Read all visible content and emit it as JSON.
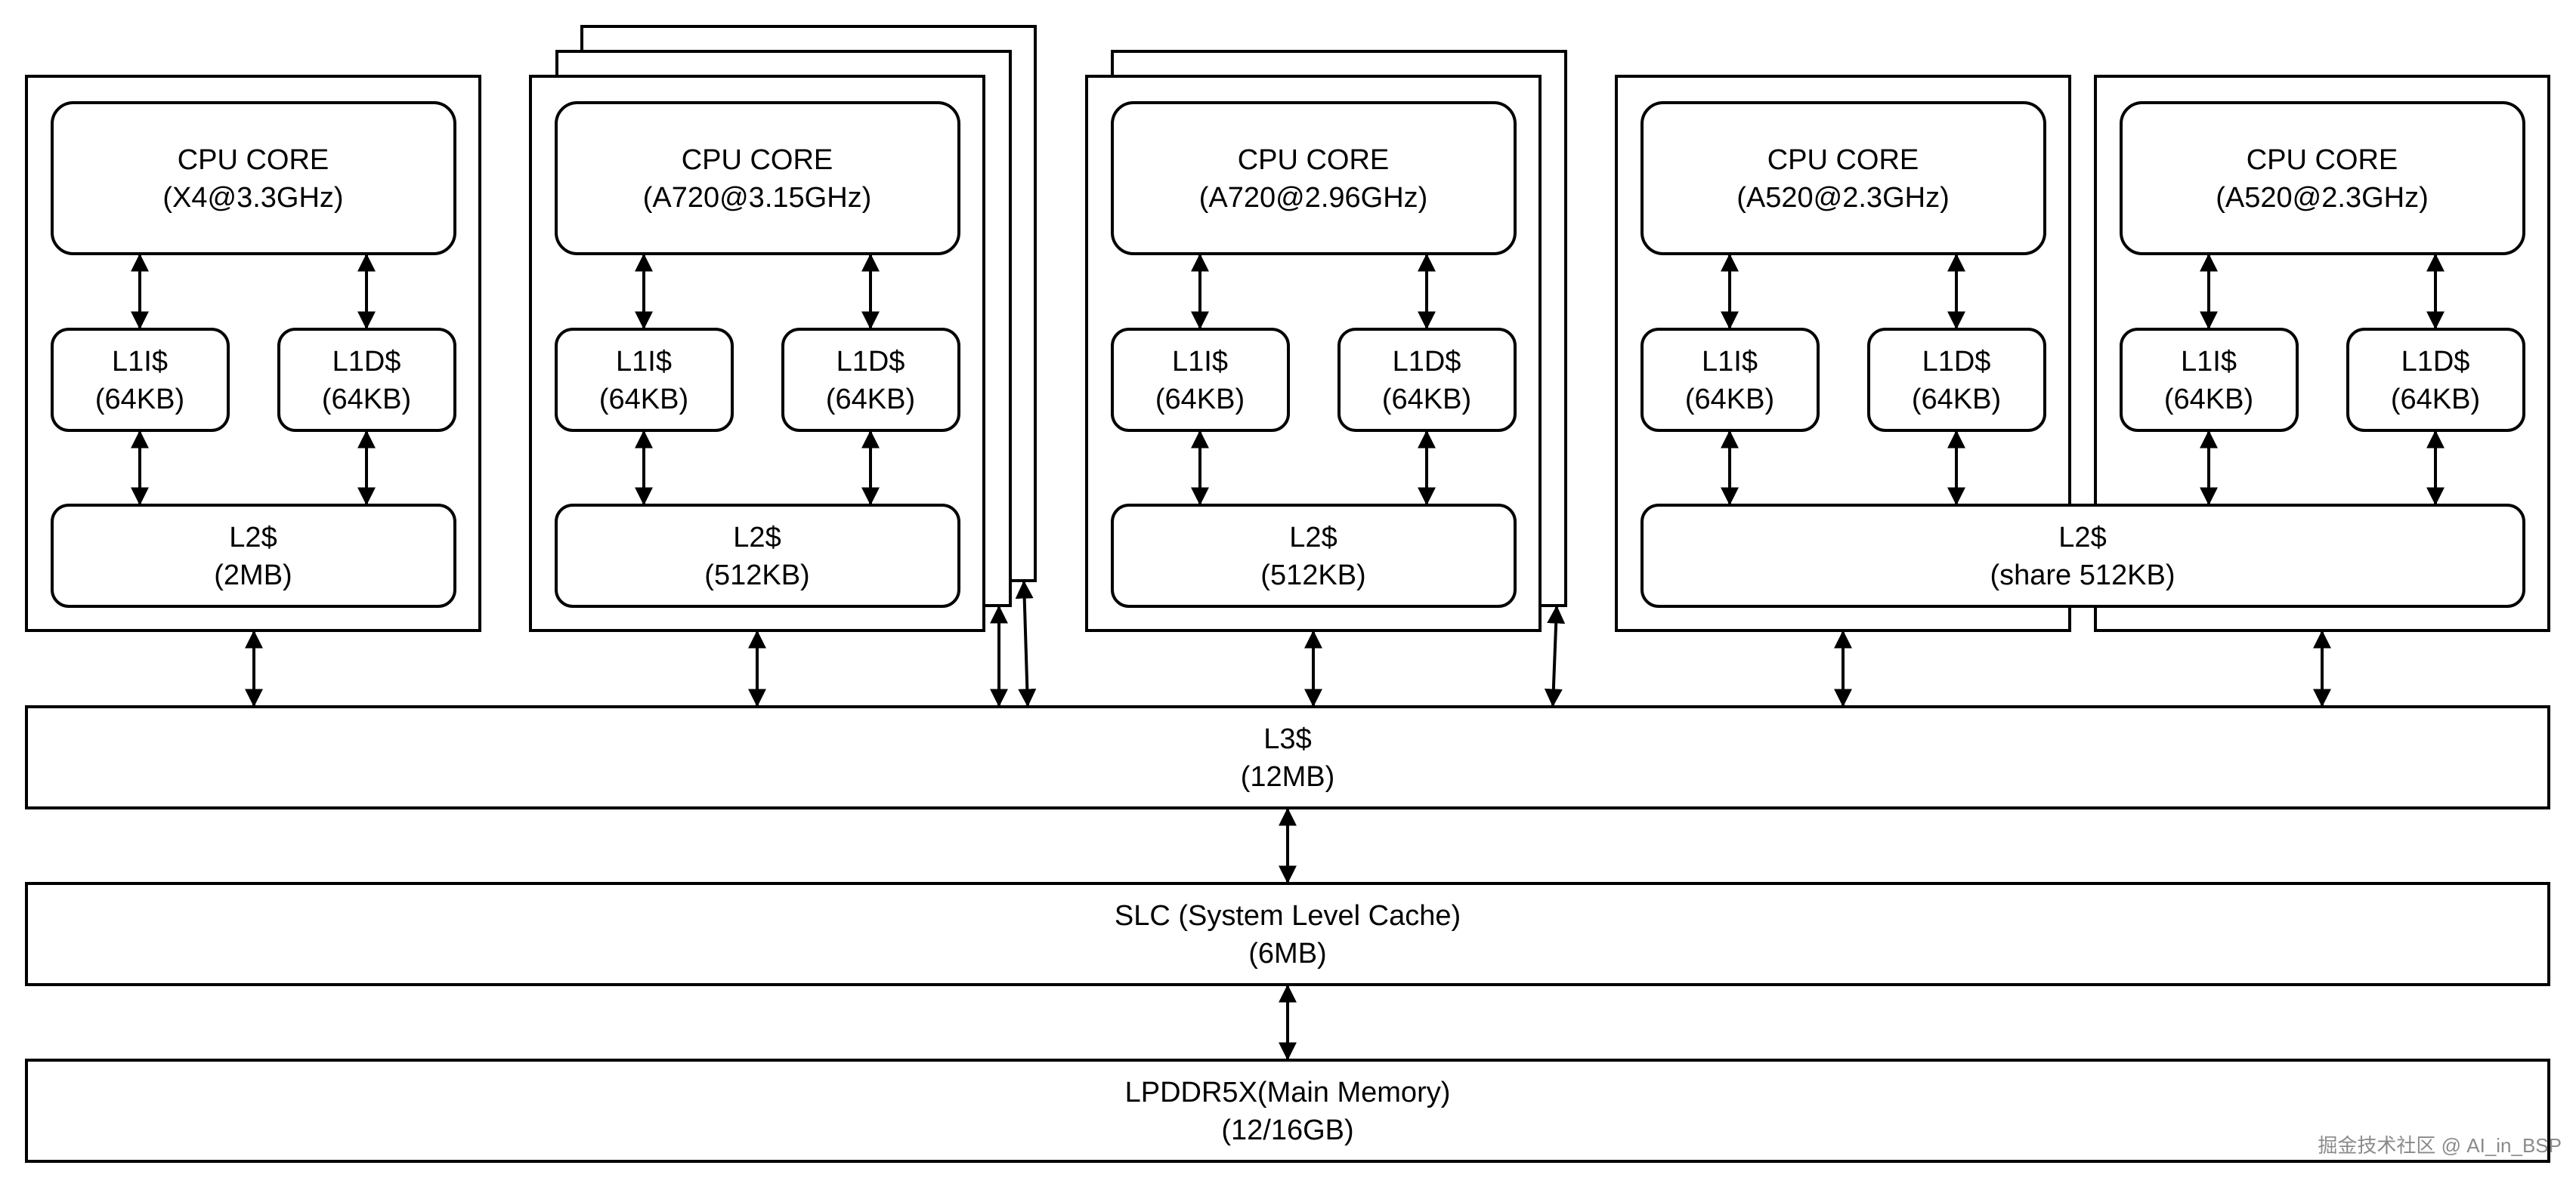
{
  "clusters": [
    {
      "core": {
        "line1": "CPU CORE",
        "line2": "(X4@3.3GHz)"
      },
      "l1i": {
        "line1": "L1I$",
        "line2": "(64KB)"
      },
      "l1d": {
        "line1": "L1D$",
        "line2": "(64KB)"
      },
      "l2": {
        "line1": "L2$",
        "line2": "(2MB)"
      }
    },
    {
      "core": {
        "line1": "CPU CORE",
        "line2": "(A720@3.15GHz)"
      },
      "l1i": {
        "line1": "L1I$",
        "line2": "(64KB)"
      },
      "l1d": {
        "line1": "L1D$",
        "line2": "(64KB)"
      },
      "l2": {
        "line1": "L2$",
        "line2": "(512KB)"
      }
    },
    {
      "core": {
        "line1": "CPU CORE",
        "line2": "(A720@2.96GHz)"
      },
      "l1i": {
        "line1": "L1I$",
        "line2": "(64KB)"
      },
      "l1d": {
        "line1": "L1D$",
        "line2": "(64KB)"
      },
      "l2": {
        "line1": "L2$",
        "line2": "(512KB)"
      }
    },
    {
      "core": {
        "line1": "CPU CORE",
        "line2": "(A520@2.3GHz)"
      },
      "l1i": {
        "line1": "L1I$",
        "line2": "(64KB)"
      },
      "l1d": {
        "line1": "L1D$",
        "line2": "(64KB)"
      }
    },
    {
      "core": {
        "line1": "CPU CORE",
        "line2": "(A520@2.3GHz)"
      },
      "l1i": {
        "line1": "L1I$",
        "line2": "(64KB)"
      },
      "l1d": {
        "line1": "L1D$",
        "line2": "(64KB)"
      }
    }
  ],
  "shared_l2": {
    "line1": "L2$",
    "line2": "(share 512KB)"
  },
  "l3": {
    "line1": "L3$",
    "line2": "(12MB)"
  },
  "slc": {
    "line1": "SLC (System Level Cache)",
    "line2": "(6MB)"
  },
  "memory": {
    "line1": "LPDDR5X(Main Memory)",
    "line2": "(12/16GB)"
  },
  "watermark": "掘金技术社区 @ AI_in_BSP"
}
